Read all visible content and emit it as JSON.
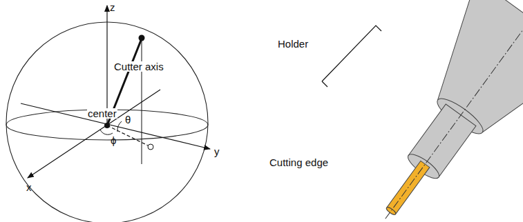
{
  "diagram": {
    "labels": [
      "z",
      "Cutter axis",
      "center",
      "θ",
      "ϕ",
      "x",
      "y",
      "Holder",
      "Cutting edge"
    ]
  }
}
